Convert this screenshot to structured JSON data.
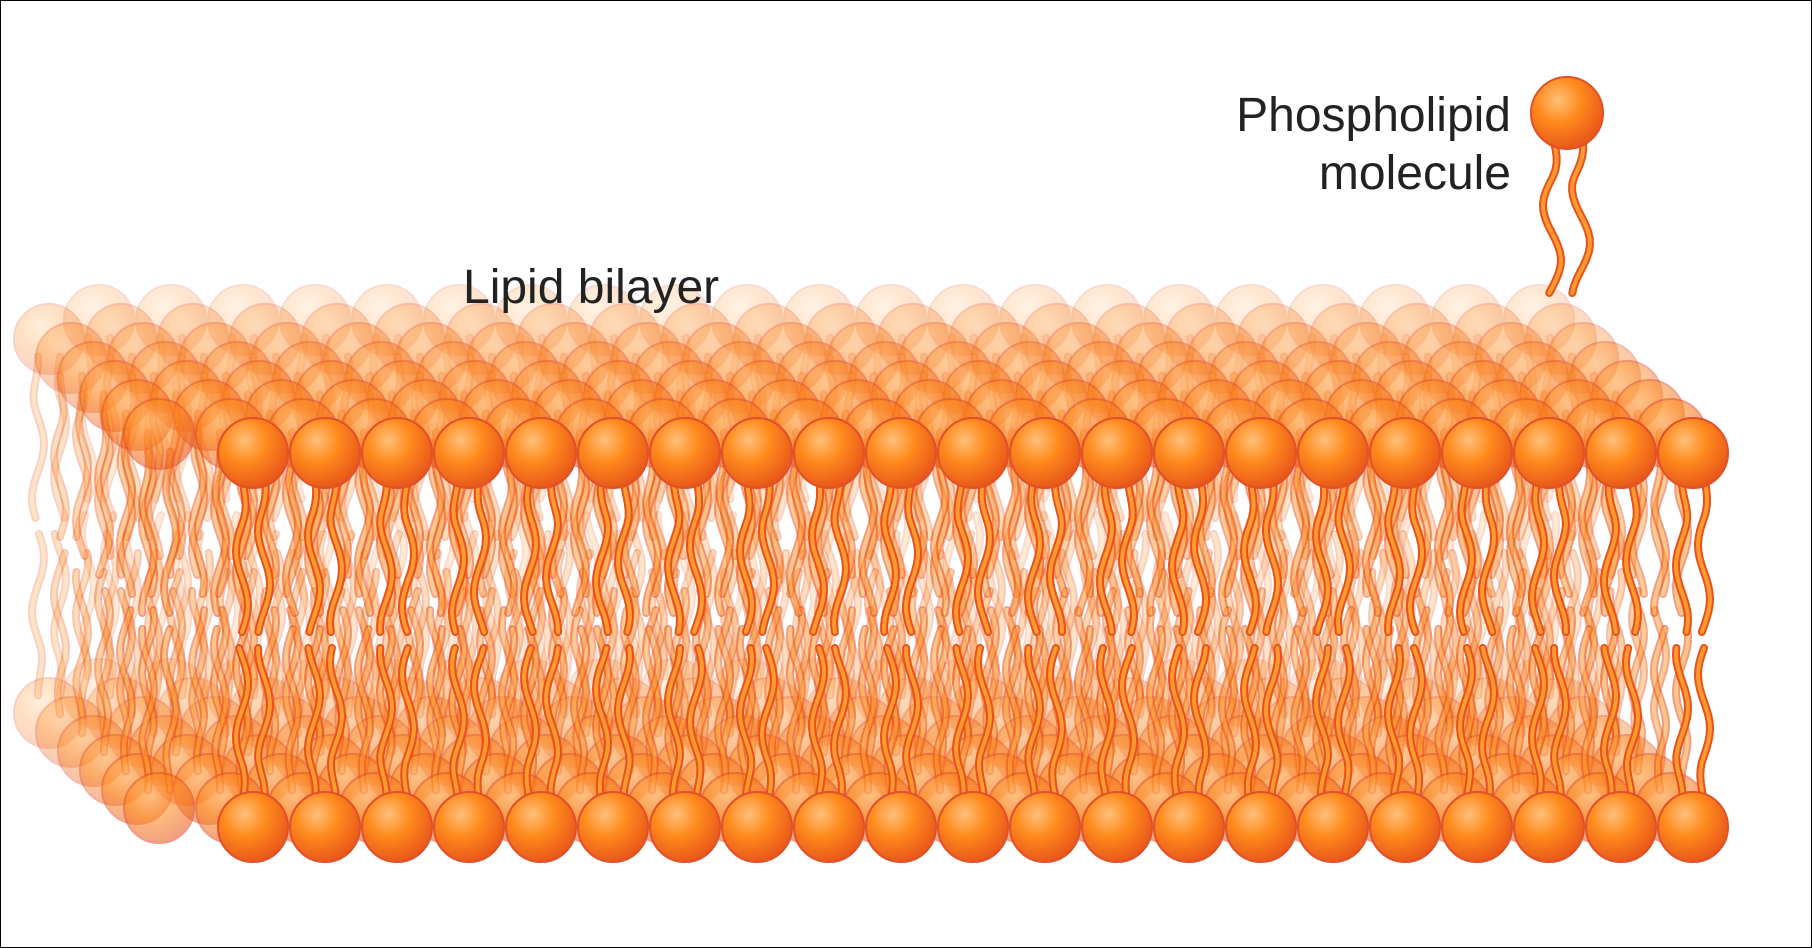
{
  "labels": {
    "lipid_bilayer": "Lipid bilayer",
    "phospholipid_line1": "Phospholipid",
    "phospholipid_line2": "molecule"
  },
  "colors": {
    "head_light": "#ffc07a",
    "head_mid": "#ff8a1c",
    "head_dark": "#e8561a",
    "head_stroke": "#e0502a",
    "tail_fill": "#ff9a30",
    "tail_stroke": "#e8501c",
    "background": "#ffffff",
    "frame_border": "#000000"
  },
  "icons": {
    "legend_molecule": "phospholipid-molecule-icon",
    "membrane": "lipid-bilayer-illustration"
  }
}
